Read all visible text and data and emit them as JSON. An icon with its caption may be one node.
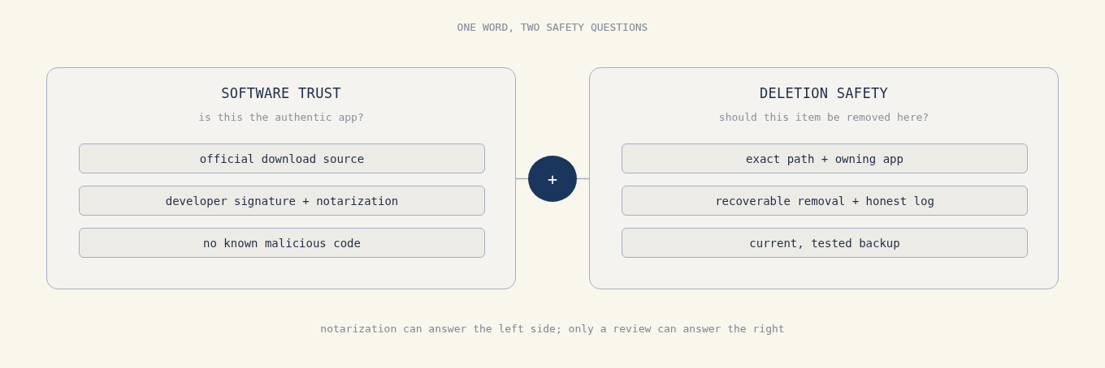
{
  "diagram": {
    "title": "ONE WORD, TWO SAFETY QUESTIONS",
    "caption": "notarization can answer the left side; only a review can answer the right",
    "nodes": [
      {
        "text": [
          "SOFTWARE TRUST",
          "is this the authentic app?"
        ]
      },
      {
        "text": [
          "official download source"
        ],
        "in": 0
      },
      {
        "text": [
          "developer signature + notarization"
        ],
        "in": 0
      },
      {
        "text": [
          "no known malicious code"
        ],
        "in": 0
      },
      {
        "text": [
          "+"
        ]
      },
      {
        "text": [
          "DELETION SAFETY",
          "should this item be removed here?"
        ]
      },
      {
        "text": [
          "exact path + owning app"
        ],
        "in": 5
      },
      {
        "text": [
          "recoverable removal + honest log"
        ],
        "in": 5
      },
      {
        "text": [
          "current, tested backup"
        ],
        "in": 5
      }
    ],
    "edges": [
      {
        "from": 0,
        "to": 4,
        "arrow": "none"
      },
      {
        "from": 4,
        "to": 5,
        "arrow": "none"
      }
    ]
  }
}
